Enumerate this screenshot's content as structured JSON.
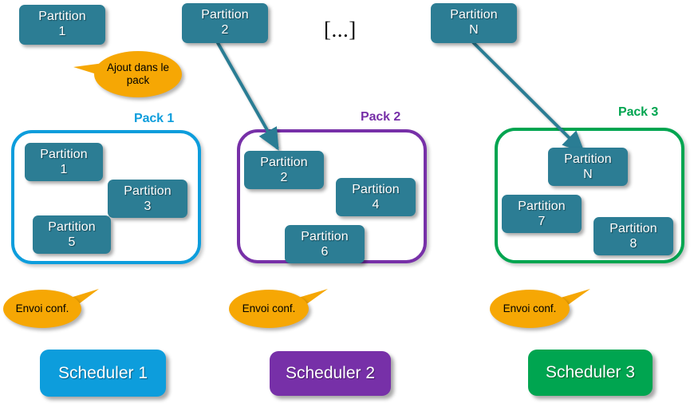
{
  "diagram": {
    "ellipsis": "[...]",
    "colors": {
      "partition": "#2c7d94",
      "callout": "#f6a704",
      "pack1": "#0d9ddc",
      "pack2": "#7730a8",
      "pack3": "#00a550",
      "arrow_teal": "#2c7d94",
      "background": "#ffffff"
    },
    "source_partitions": [
      {
        "label": "Partition",
        "value": "1"
      },
      {
        "label": "Partition",
        "value": "2"
      },
      {
        "label": "Partition",
        "value": "N"
      }
    ],
    "callouts": [
      {
        "text": "Ajout dans le pack"
      },
      {
        "text": "Envoi conf."
      },
      {
        "text": "Envoi conf."
      },
      {
        "text": "Envoi conf."
      }
    ],
    "packs": [
      {
        "label": "Pack 1",
        "color": "#0d9ddc",
        "partitions": [
          {
            "label": "Partition",
            "value": "1"
          },
          {
            "label": "Partition",
            "value": "3"
          },
          {
            "label": "Partition",
            "value": "5"
          }
        ],
        "scheduler": "Scheduler 1"
      },
      {
        "label": "Pack 2",
        "color": "#7730a8",
        "partitions": [
          {
            "label": "Partition",
            "value": "2"
          },
          {
            "label": "Partition",
            "value": "4"
          },
          {
            "label": "Partition",
            "value": "6"
          }
        ],
        "scheduler": "Scheduler 2"
      },
      {
        "label": "Pack 3",
        "color": "#00a550",
        "partitions": [
          {
            "label": "Partition",
            "value": "N"
          },
          {
            "label": "Partition",
            "value": "7"
          },
          {
            "label": "Partition",
            "value": "8"
          }
        ],
        "scheduler": "Scheduler 3"
      }
    ]
  }
}
